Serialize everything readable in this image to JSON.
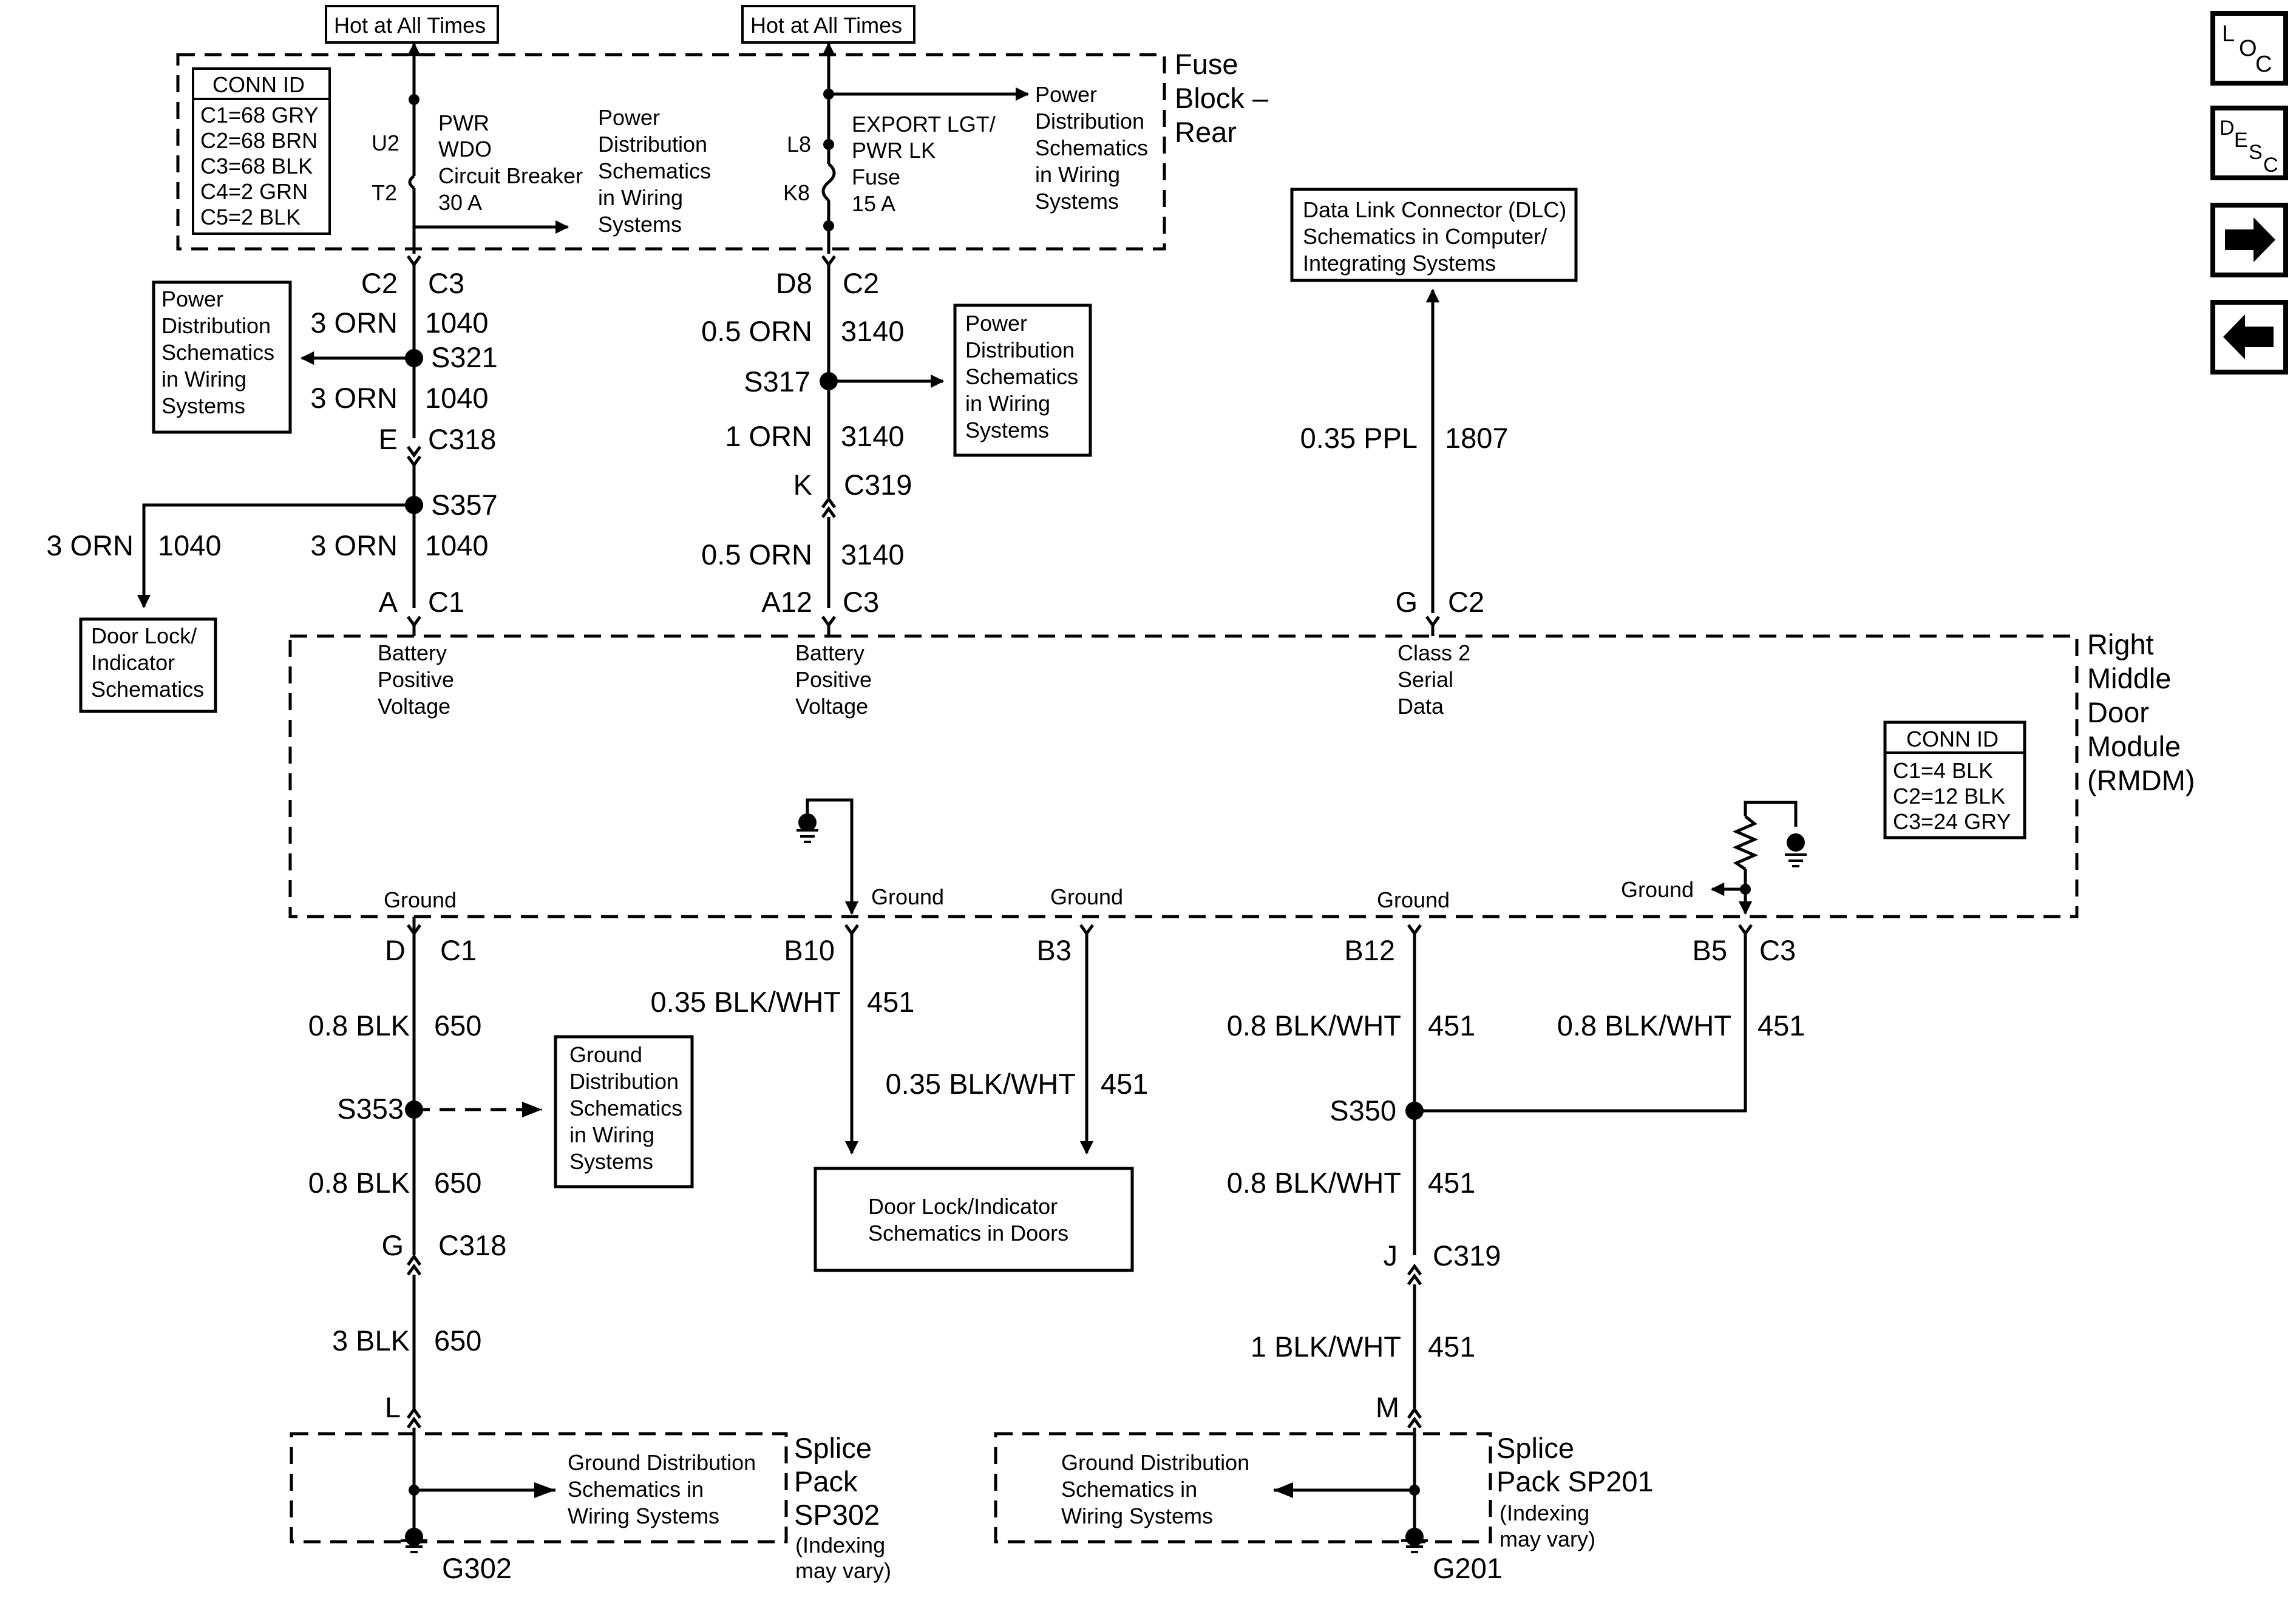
{
  "fuse_block": {
    "title_lines": [
      "Fuse",
      "Block –",
      "Rear"
    ],
    "hot_label": "Hot at All Times",
    "conn_id": {
      "header": "CONN ID",
      "lines": [
        "C1=68 GRY",
        "C2=68 BRN",
        "C3=68 BLK",
        "C4=2 GRN",
        "C5=2 BLK"
      ]
    },
    "breaker": {
      "pins": [
        "U2",
        "T2"
      ],
      "lines": [
        "PWR",
        "WDO",
        "Circuit Breaker",
        "30 A"
      ]
    },
    "fuse": {
      "pins": [
        "L8",
        "K8"
      ],
      "lines": [
        "EXPORT LGT/",
        "PWR LK",
        "Fuse",
        "15 A"
      ]
    },
    "refs": {
      "breaker_power": [
        "Power",
        "Distribution",
        "Schematics",
        "in Wiring",
        "Systems"
      ],
      "fuse_power": [
        "Power",
        "Distribution",
        "Schematics",
        "in Wiring",
        "Systems"
      ]
    }
  },
  "circuit_1040": {
    "top_pins": [
      "C2",
      "C3"
    ],
    "wire_a": {
      "size": "3 ORN",
      "num": "1040"
    },
    "splice": "S321",
    "power_ref": [
      "Power",
      "Distribution",
      "Schematics",
      "in Wiring",
      "Systems"
    ],
    "wire_b": {
      "size": "3 ORN",
      "num": "1040"
    },
    "c318": [
      "E",
      "C318"
    ],
    "splice_2": "S357",
    "branch_wire": {
      "size": "3 ORN",
      "num": "1040"
    },
    "wire_c": {
      "size": "3 ORN",
      "num": "1040"
    },
    "door_ref": [
      "Door Lock/",
      "Indicator",
      "Schematics"
    ],
    "bottom_pins": [
      "A",
      "C1"
    ]
  },
  "circuit_3140": {
    "top_pins": [
      "D8",
      "C2"
    ],
    "wire_a": {
      "size": "0.5 ORN",
      "num": "3140"
    },
    "splice": "S317",
    "power_ref": [
      "Power",
      "Distribution",
      "Schematics",
      "in Wiring",
      "Systems"
    ],
    "wire_b": {
      "size": "1 ORN",
      "num": "3140"
    },
    "c319": [
      "K",
      "C319"
    ],
    "wire_c": {
      "size": "0.5 ORN",
      "num": "3140"
    },
    "bottom_pins": [
      "A12",
      "C3"
    ]
  },
  "circuit_1807": {
    "dlc_ref": [
      "Data Link Connector (DLC)",
      "Schematics in Computer/",
      "Integrating Systems"
    ],
    "wire": {
      "size": "0.35 PPL",
      "num": "1807"
    },
    "bottom_pins": [
      "G",
      "C2"
    ]
  },
  "rmdm": {
    "title_lines": [
      "Right",
      "Middle",
      "Door",
      "Module",
      "(RMDM)"
    ],
    "conn_id": {
      "header": "CONN ID",
      "lines": [
        "C1=4 BLK",
        "C2=12 BLK",
        "C3=24 GRY"
      ]
    },
    "battery_1": [
      "Battery",
      "Positive",
      "Voltage"
    ],
    "battery_2": [
      "Battery",
      "Positive",
      "Voltage"
    ],
    "class2": [
      "Class 2",
      "Serial",
      "Data"
    ],
    "ground_labels": [
      "Ground",
      "Ground",
      "Ground",
      "Ground",
      "Ground"
    ]
  },
  "circuit_650": {
    "top_pins": [
      "D",
      "C1"
    ],
    "wire_a": {
      "size": "0.8 BLK",
      "num": "650"
    },
    "splice": "S353",
    "ground_ref": [
      "Ground",
      "Distribution",
      "Schematics",
      "in Wiring",
      "Systems"
    ],
    "wire_b": {
      "size": "0.8 BLK",
      "num": "650"
    },
    "c318": [
      "G",
      "C318"
    ],
    "wire_c": {
      "size": "3 BLK",
      "num": "650"
    },
    "pin_l": "L",
    "splice_pack": [
      "Splice",
      "Pack",
      "SP302",
      "(Indexing",
      "may vary)"
    ],
    "ground_ref_2": [
      "Ground Distribution",
      "Schematics in",
      "Wiring Systems"
    ],
    "ground": "G302"
  },
  "circuit_451": {
    "b10": {
      "pin": "B10",
      "size": "0.35 BLK/WHT",
      "num": "451"
    },
    "b3": {
      "pin": "B3",
      "size": "0.35 BLK/WHT",
      "num": "451"
    },
    "door_ref": [
      "Door Lock/Indicator",
      "Schematics in Doors"
    ],
    "b12": {
      "pin": "B12",
      "size": "0.8 BLK/WHT",
      "num": "451"
    },
    "b5": {
      "pins": [
        "B5",
        "C3"
      ],
      "size": "0.8 BLK/WHT",
      "num": "451"
    },
    "splice": "S350",
    "wire_b": {
      "size": "0.8 BLK/WHT",
      "num": "451"
    },
    "c319": [
      "J",
      "C319"
    ],
    "wire_c": {
      "size": "1 BLK/WHT",
      "num": "451"
    },
    "pin_m": "M",
    "splice_pack": [
      "Splice",
      "Pack  SP201",
      "(Indexing",
      "may vary)"
    ],
    "ground_ref": [
      "Ground Distribution",
      "Schematics in",
      "Wiring Systems"
    ],
    "ground": "G201"
  },
  "nav": {
    "loc": [
      "L",
      "O",
      "C"
    ],
    "desc": [
      "D",
      "E",
      "S",
      "C"
    ],
    "next_icon": "arrow-right-icon",
    "prev_icon": "arrow-left-icon"
  }
}
